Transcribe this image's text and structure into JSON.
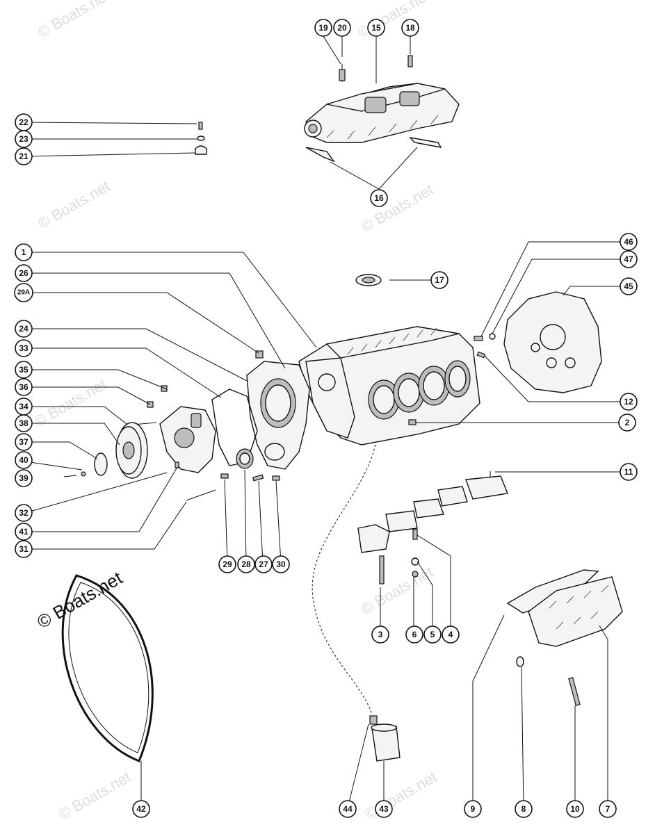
{
  "watermark": "© Boats.net",
  "callouts": {
    "c1": "1",
    "c2": "2",
    "c3": "3",
    "c4": "4",
    "c5": "5",
    "c6": "6",
    "c7": "7",
    "c8": "8",
    "c9": "9",
    "c10": "10",
    "c11": "11",
    "c12": "12",
    "c15": "15",
    "c16": "16",
    "c17": "17",
    "c18": "18",
    "c19": "19",
    "c20": "20",
    "c21": "21",
    "c22": "22",
    "c23": "23",
    "c24": "24",
    "c26": "26",
    "c27": "27",
    "c28": "28",
    "c29": "29",
    "c29a": "29A",
    "c30": "30",
    "c31": "31",
    "c32": "32",
    "c33": "33",
    "c34": "34",
    "c35": "35",
    "c36": "36",
    "c37": "37",
    "c38": "38",
    "c39": "39",
    "c40": "40",
    "c41": "41",
    "c42": "42",
    "c43": "43",
    "c44": "44",
    "c45": "45",
    "c46": "46",
    "c47": "47"
  }
}
